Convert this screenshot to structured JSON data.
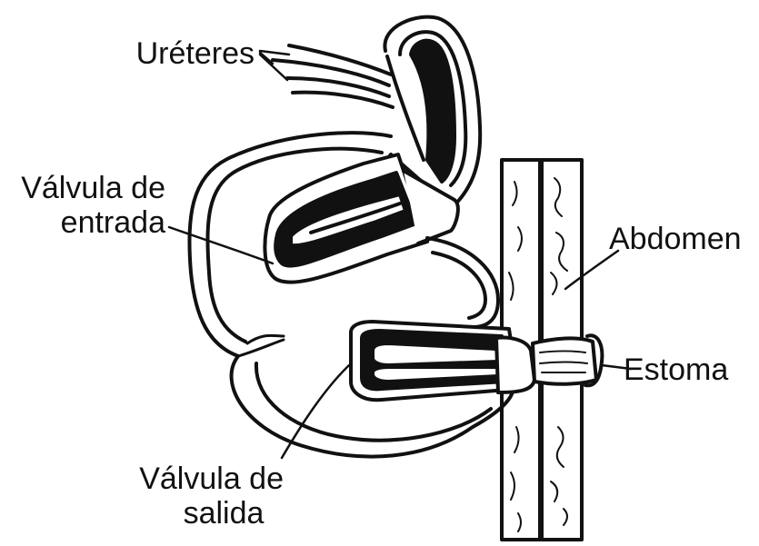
{
  "labels": {
    "ureteres": "Uréteres",
    "valvula_entrada_1": "Válvula de",
    "valvula_entrada_2": "entrada",
    "abdomen": "Abdomen",
    "estoma": "Estoma",
    "valvula_salida_1": "Válvula de",
    "valvula_salida_2": "salida"
  },
  "colors": {
    "ink": "#111111",
    "background": "#ffffff"
  }
}
